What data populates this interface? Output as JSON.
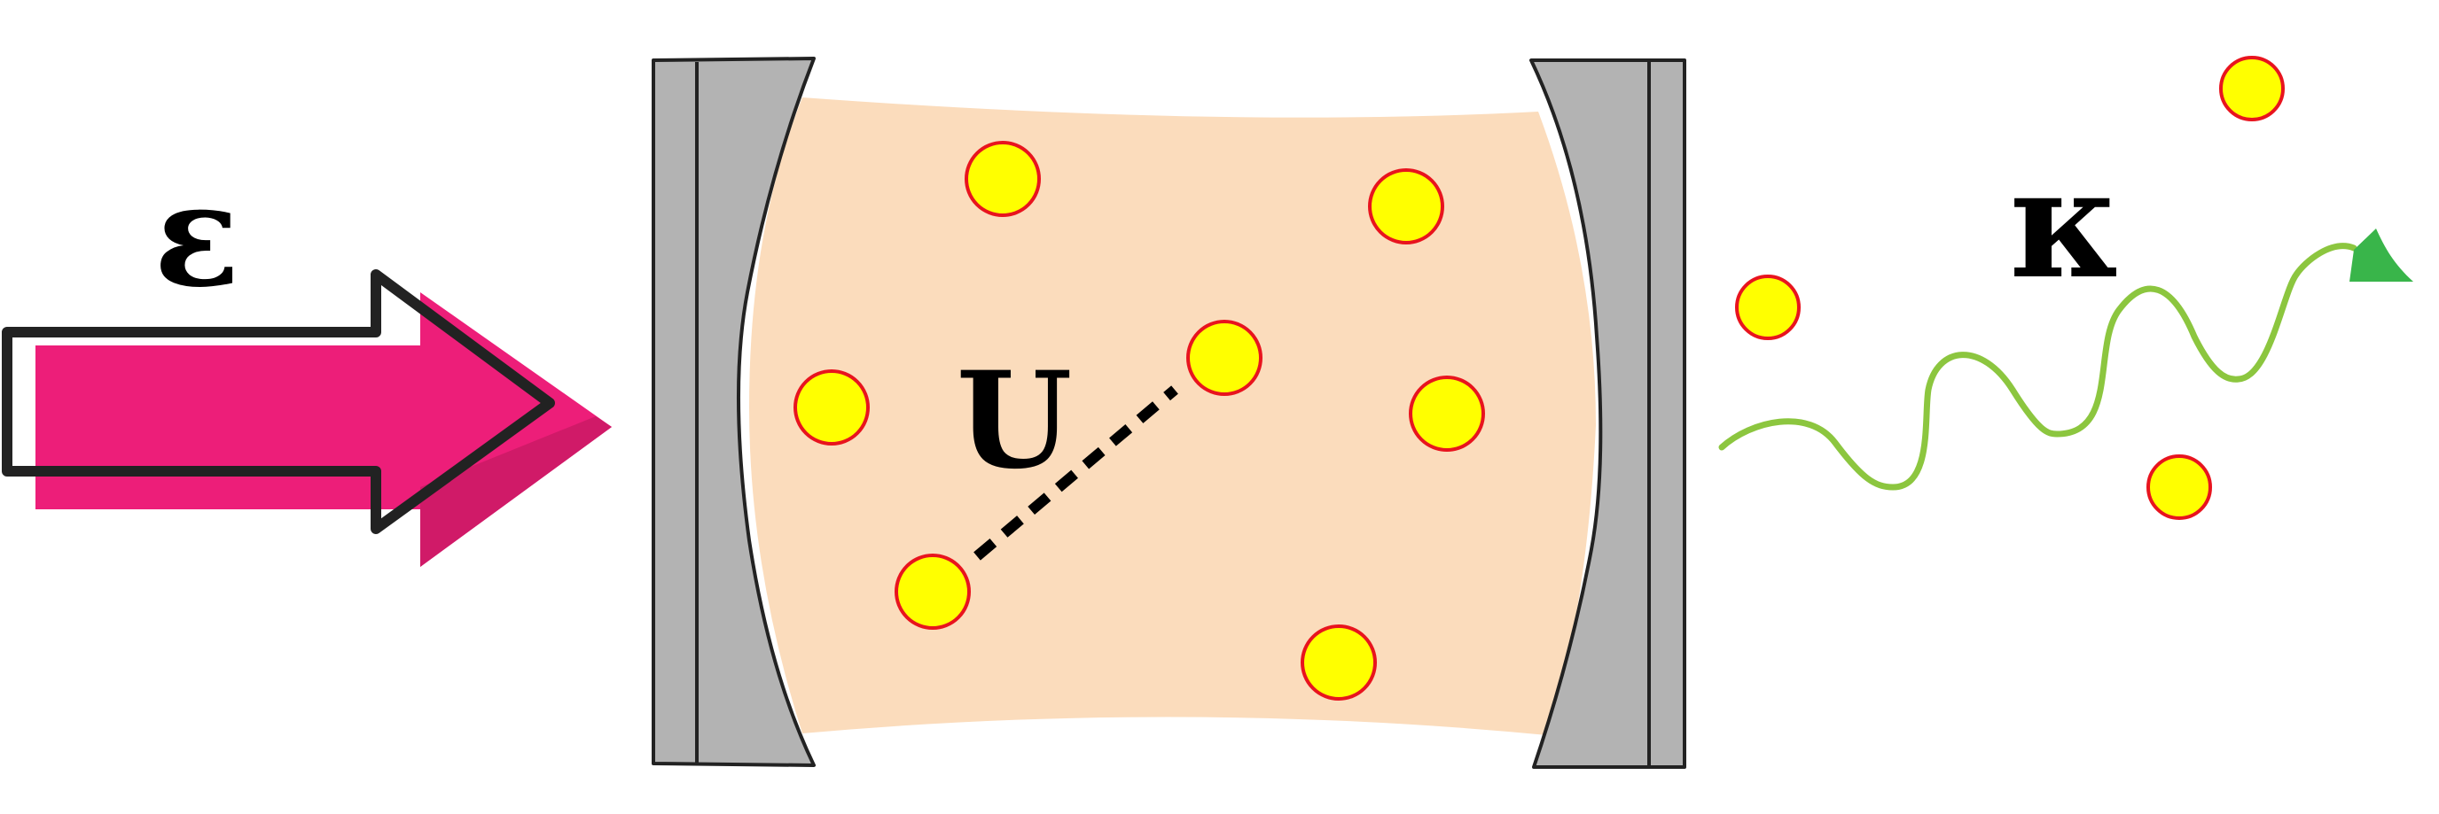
{
  "labels": {
    "drive": "ε",
    "interaction": "U",
    "decay": "κ"
  },
  "colors": {
    "cavity": "#fbdcbc",
    "mirror": "#b3b3b3",
    "mirror_outline": "#222222",
    "drive_arrow": "#ed1e79",
    "drive_arrow_shadow": "#d01a68",
    "atom_fill": "#ffff00",
    "atom_outline": "#e8141e",
    "photon_wave": "#8cc63f",
    "photon_head": "#39b54a"
  },
  "icons": {
    "drive": "drive-arrow",
    "left_mirror": "concave-mirror",
    "right_mirror": "concave-mirror",
    "atom": "atom-circle",
    "interaction": "dashed-bond",
    "leaking_photon": "wavy-arrow"
  },
  "atoms": {
    "inside_cavity": 7,
    "outside_cavity": 3
  }
}
